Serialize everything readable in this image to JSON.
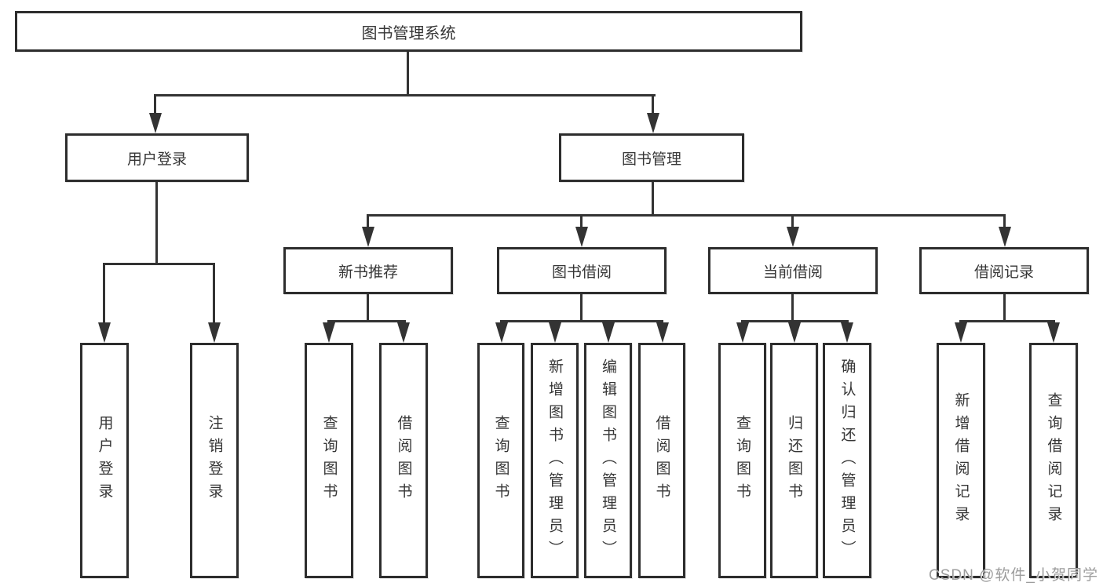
{
  "tree": {
    "root": "图书管理系统",
    "branches": [
      {
        "label": "用户登录",
        "children": [
          "用户登录",
          "注销登录"
        ]
      },
      {
        "label": "图书管理",
        "children": [
          {
            "label": "新书推荐",
            "children": [
              "查询图书",
              "借阅图书"
            ]
          },
          {
            "label": "图书借阅",
            "children": [
              "查询图书",
              "新增图书（管理员）",
              "编辑图书（管理员）",
              "借阅图书"
            ]
          },
          {
            "label": "当前借阅",
            "children": [
              "查询图书",
              "归还图书",
              "确认归还（管理员）"
            ]
          },
          {
            "label": "借阅记录",
            "children": [
              "新增借阅记录",
              "查询借阅记录"
            ]
          }
        ]
      }
    ]
  },
  "watermark": {
    "text": "CSDN @软件_小贺同学"
  },
  "colors": {
    "line": "#333333",
    "box_border": "#2d2d2d",
    "text": "#363636",
    "background": "#ffffff",
    "watermark": "#9c9c9c"
  }
}
